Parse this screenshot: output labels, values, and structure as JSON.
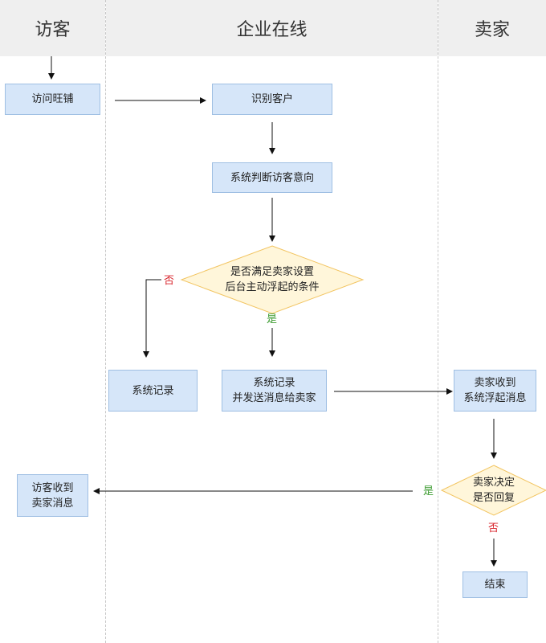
{
  "lanes": {
    "visitor": "访客",
    "enterprise": "企业在线",
    "seller": "卖家"
  },
  "nodes": {
    "visit_wangpu": "访问旺铺",
    "identify_customer": "识别客户",
    "system_judge_intent": "系统判断访客意向",
    "condition_check": "是否满足卖家设置\n后台主动浮起的条件",
    "system_record": "系统记录",
    "system_record_send": "系统记录\n并发送消息给卖家",
    "seller_receive": "卖家收到\n系统浮起消息",
    "seller_decide": "卖家决定\n是否回复",
    "visitor_receive": "访客收到\n卖家消息",
    "end": "结束"
  },
  "edge_labels": {
    "condition_no": "否",
    "condition_yes": "是",
    "decide_yes": "是",
    "decide_no": "否"
  },
  "colors": {
    "box_fill": "#d6e6f9",
    "box_border": "#9fbfe3",
    "diamond_fill": "#fff6da",
    "diamond_border": "#f2c460",
    "yes": "#3a9a2e",
    "no": "#d9272e"
  }
}
